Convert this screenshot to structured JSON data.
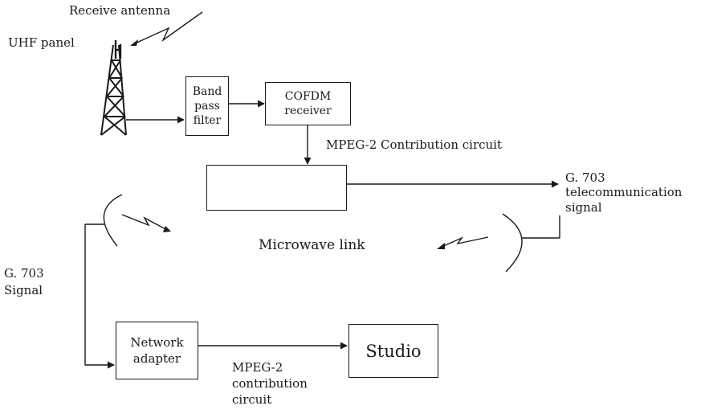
{
  "labels": {
    "receive_antenna": "Receive antenna",
    "uhf_panel": "UHF panel",
    "mpeg2_contribution_circuit_top": "MPEG-2 Contribution circuit",
    "g703_telecom_line1": "G. 703",
    "g703_telecom_line2": "telecommunication",
    "g703_telecom_line3": "signal",
    "microwave_link": "Microwave link",
    "g703_signal_line1": "G. 703",
    "g703_signal_line2": "Signal",
    "mpeg2_bottom_line1": "MPEG-2",
    "mpeg2_bottom_line2": "contribution",
    "mpeg2_bottom_line3": "circuit"
  },
  "boxes": {
    "band_pass_filter_line1": "Band",
    "band_pass_filter_line2": "pass",
    "band_pass_filter_line3": "filter",
    "cofdm_receiver": "COFDM receiver",
    "microwave_transmitter": "",
    "network_adapter_line1": "Network",
    "network_adapter_line2": "adapter",
    "studio": "Studio"
  }
}
